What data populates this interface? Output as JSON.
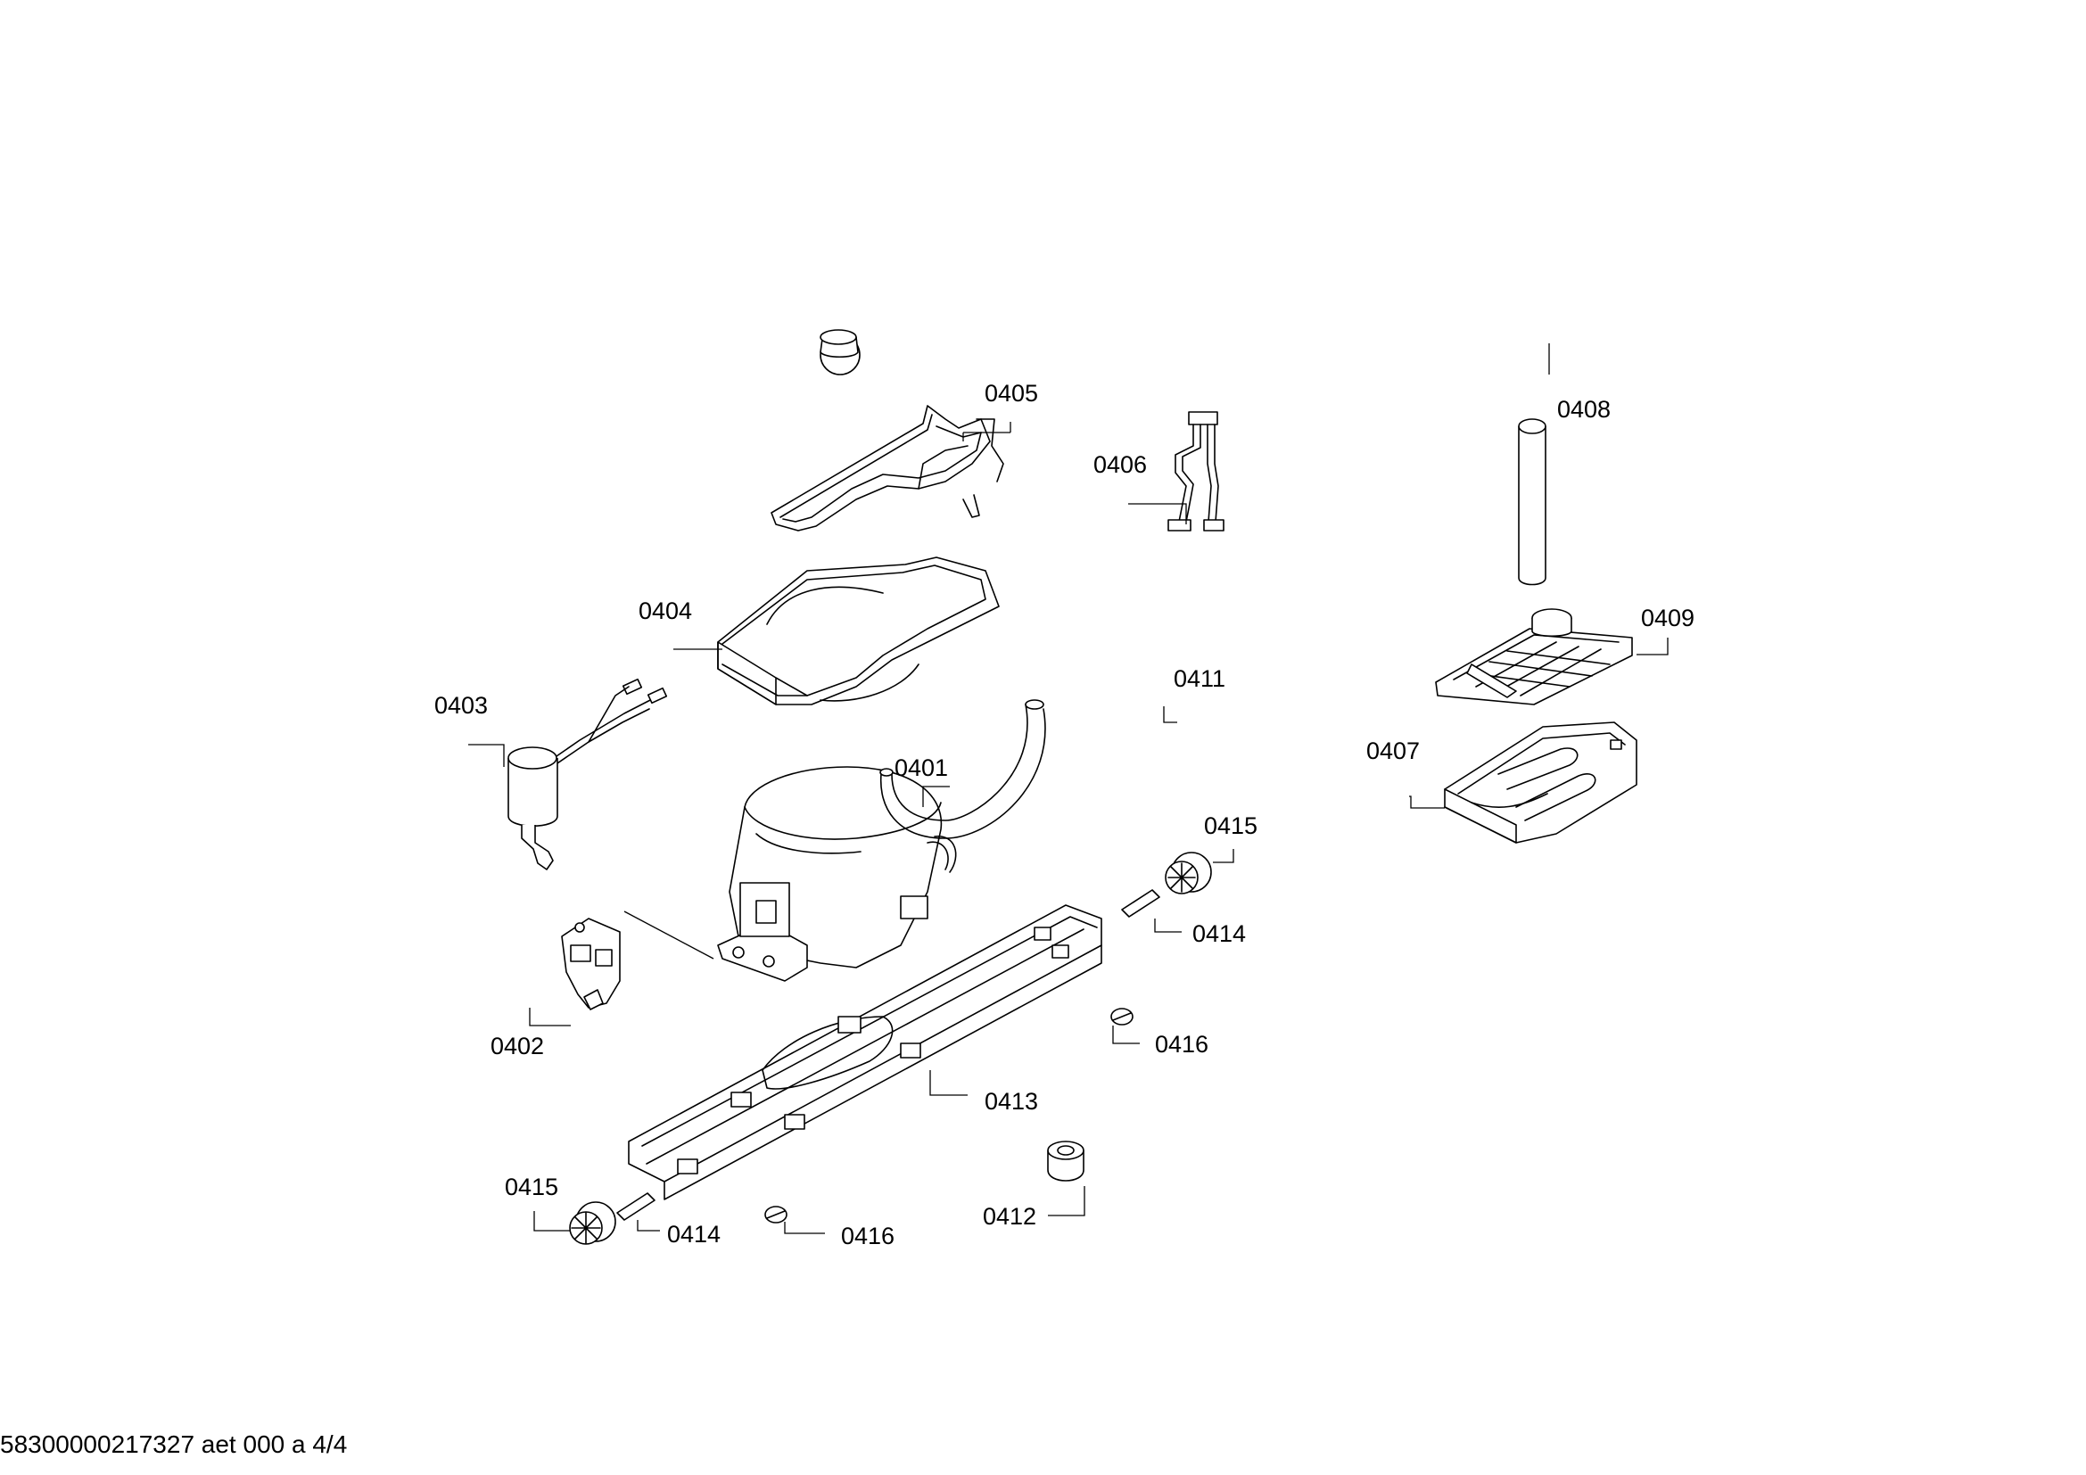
{
  "footer": {
    "document_id": "58300000217327 aet 000 a 4/4"
  },
  "parts": [
    {
      "id": "compressor",
      "label": "0401"
    },
    {
      "id": "relay",
      "label": "0402"
    },
    {
      "id": "capacitor",
      "label": "0403"
    },
    {
      "id": "drip-tray",
      "label": "0404"
    },
    {
      "id": "tray-heater",
      "label": "0405"
    },
    {
      "id": "wiring-harness",
      "label": "0406"
    },
    {
      "id": "ice-tray-lower",
      "label": "0407"
    },
    {
      "id": "roller-tube",
      "label": "0408"
    },
    {
      "id": "ice-tray-grid",
      "label": "0409"
    },
    {
      "id": "drain-hose",
      "label": "0411"
    },
    {
      "id": "rubber-grommet",
      "label": "0412"
    },
    {
      "id": "mounting-rail",
      "label": "0413"
    },
    {
      "id": "pin-right",
      "label": "0414"
    },
    {
      "id": "pin-left",
      "label": "0414"
    },
    {
      "id": "wheel-right",
      "label": "0415"
    },
    {
      "id": "wheel-left",
      "label": "0415"
    },
    {
      "id": "screw-right",
      "label": "0416"
    },
    {
      "id": "screw-left",
      "label": "0416"
    }
  ]
}
